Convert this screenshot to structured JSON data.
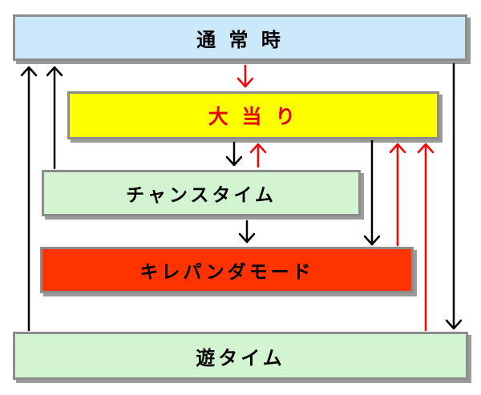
{
  "states": {
    "normal": "通 常 時",
    "big_win": "大 当 り",
    "chance_time": "チャンスタイム",
    "kirepanda_mode": "キレパンダモード",
    "asobi_time": "遊タイム"
  },
  "colors": {
    "normal_fill": "#cce8fb",
    "big_win_fill": "#ffff00",
    "big_win_text": "#e60000",
    "chance_fill": "#d3f4d1",
    "kirepanda_fill": "#ff3300",
    "asobi_fill": "#d3f4d1",
    "black_arrow": "#000000",
    "red_arrow": "#ff0000"
  },
  "transitions": [
    {
      "from": "normal",
      "to": "big_win",
      "color": "red"
    },
    {
      "from": "big_win",
      "to": "chance_time",
      "color": "black"
    },
    {
      "from": "chance_time",
      "to": "big_win",
      "color": "red"
    },
    {
      "from": "chance_time",
      "to": "kirepanda_mode",
      "color": "black"
    },
    {
      "from": "chance_time",
      "to": "normal",
      "color": "black"
    },
    {
      "from": "big_win",
      "to": "kirepanda_mode",
      "color": "black"
    },
    {
      "from": "kirepanda_mode",
      "to": "big_win",
      "color": "red"
    },
    {
      "from": "asobi_time",
      "to": "big_win",
      "color": "red"
    },
    {
      "from": "asobi_time",
      "to": "normal",
      "color": "black"
    },
    {
      "from": "normal",
      "to": "asobi_time",
      "color": "black"
    }
  ]
}
